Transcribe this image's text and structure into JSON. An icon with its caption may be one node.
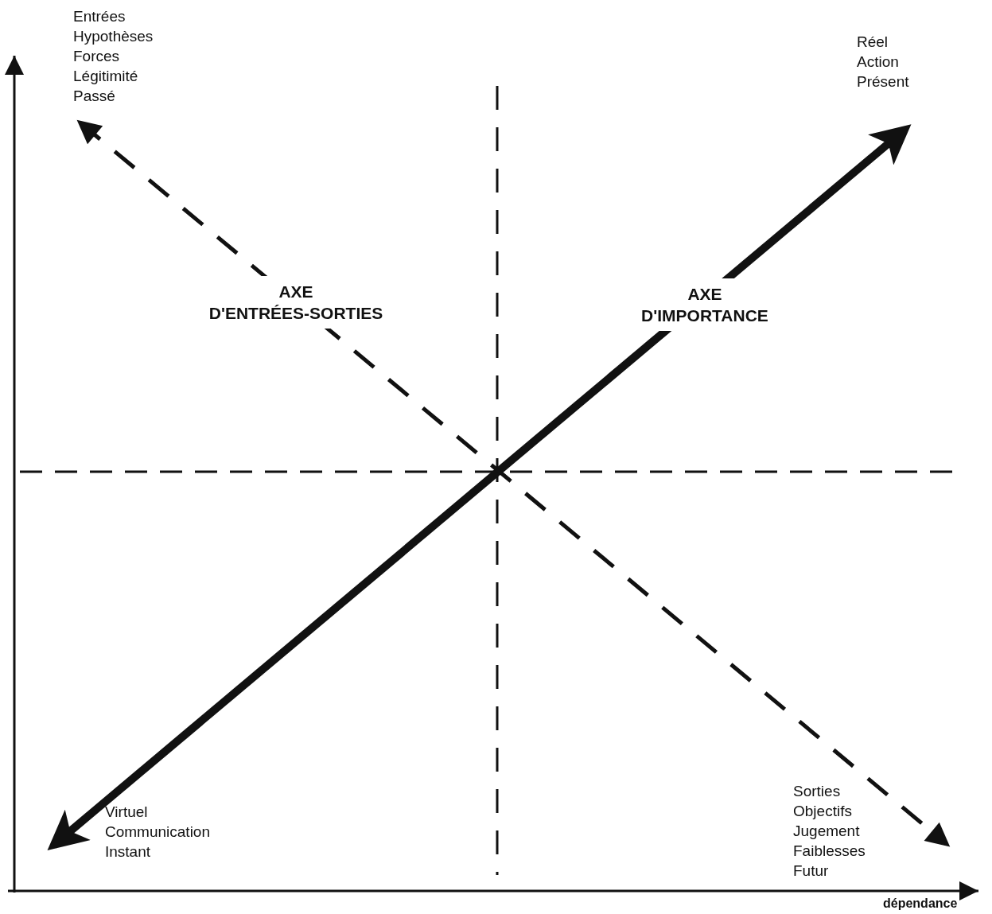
{
  "diagram": {
    "nodes": [
      {
        "text": [
          "Entrées",
          "Hypothèses",
          "Forces",
          "Légitimité",
          "Passé"
        ]
      },
      {
        "text": [
          "Réel",
          "Action",
          "Présent"
        ]
      },
      {
        "text": [
          "Virtuel",
          "Communication",
          "Instant"
        ]
      },
      {
        "text": [
          "Sorties",
          "Objectifs",
          "Jugement",
          "Faiblesses",
          "Futur"
        ]
      }
    ],
    "edges": [
      {
        "from": 2,
        "to": 1,
        "arrow": "both",
        "style": "thick",
        "label": "AXE D'IMPORTANCE"
      },
      {
        "from": 0,
        "to": 3,
        "arrow": "both",
        "style": "dashed",
        "label": "AXE D'ENTRÉES-SORTIES"
      }
    ],
    "labels": [
      "dépendance"
    ]
  }
}
